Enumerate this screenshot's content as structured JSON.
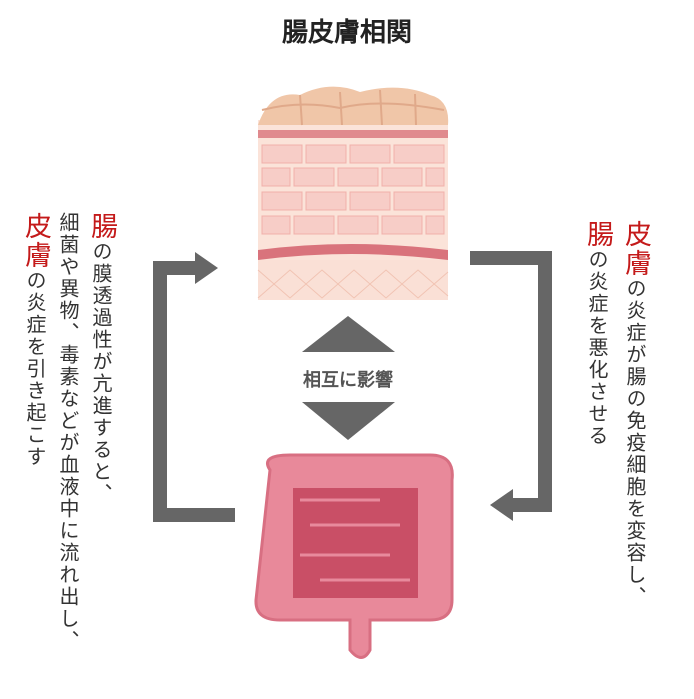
{
  "title": "腸皮膚相関",
  "center_label": "相互に影響",
  "left_text": {
    "col1": {
      "highlight": "腸",
      "rest": "の膜透過性が亢進すると、"
    },
    "col2": {
      "rest": "細菌や異物、毒素などが血液中に流れ出し、"
    },
    "col3": {
      "highlight": "皮膚",
      "rest": "の炎症を引き起こす"
    }
  },
  "right_text": {
    "col1": {
      "highlight": "皮膚",
      "rest": "の炎症が腸の免疫細胞を変容し、"
    },
    "col2": {
      "highlight": "腸",
      "rest": "の炎症を悪化させる"
    }
  },
  "colors": {
    "highlight": "#c41a1a",
    "arrow": "#666666",
    "skin": "#f3c9b8",
    "intestine": "#e8899a"
  }
}
